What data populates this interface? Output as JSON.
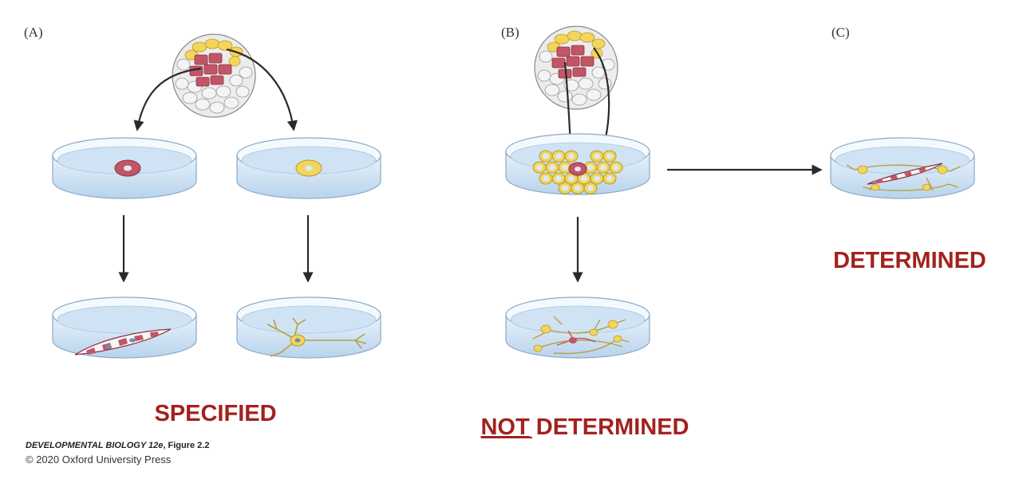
{
  "panels": {
    "a": {
      "label": "(A)",
      "caption": "SPECIFIED"
    },
    "b": {
      "label": "(B)",
      "caption_underlined": "NOT",
      "caption_rest": " DETERMINED"
    },
    "c": {
      "label": "(C)",
      "caption": "DETERMINED"
    }
  },
  "credit": {
    "book_title": "DEVELOPMENTAL BIOLOGY 12e",
    "figure": ", Figure 2.2",
    "copyright": "© 2020 Oxford University Press"
  },
  "colors": {
    "caption": "#a3211f",
    "muscle_cell": "#c25566",
    "neural_cell": "#f2d55a",
    "dish_liquid": "#cfe3f5",
    "arrow": "#2a2a2a"
  }
}
